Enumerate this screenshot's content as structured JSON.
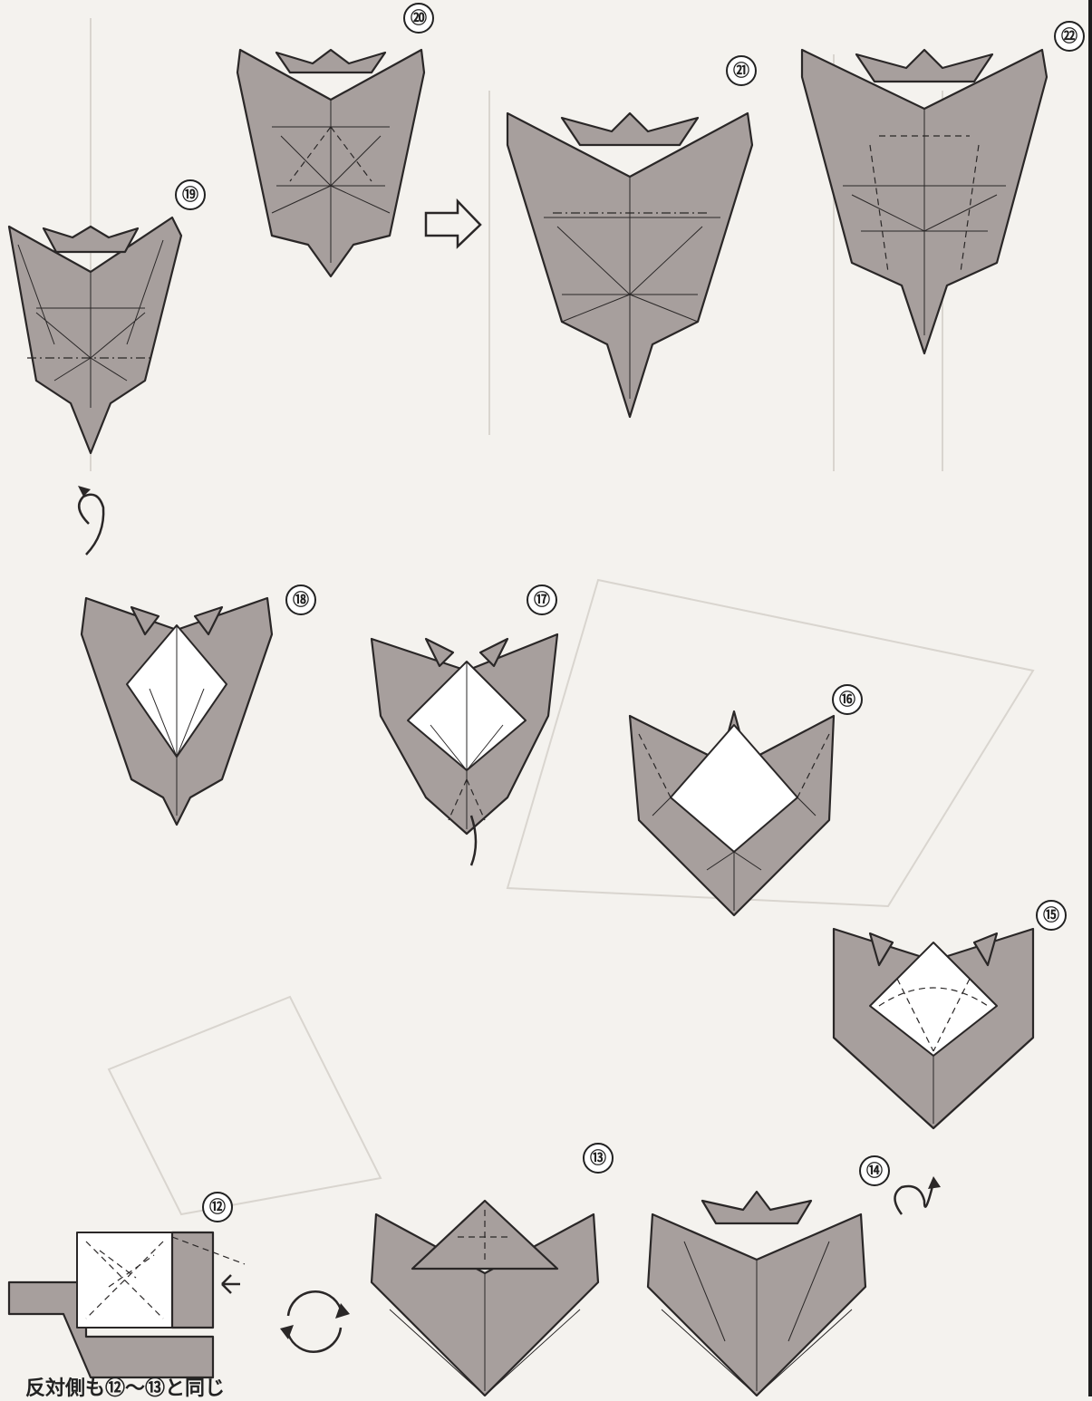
{
  "steps": [
    "⑫",
    "⑬",
    "⑭",
    "⑮",
    "⑯",
    "⑰",
    "⑱",
    "⑲",
    "⑳",
    "㉑",
    "㉒"
  ],
  "caption": "反対側も⑫〜⑬と同じ",
  "colors": {
    "paper": "#a79f9d",
    "outline": "#2a2727",
    "background": "#f4f2ee"
  },
  "icons": [
    "flip-over-icon",
    "rotate-icon",
    "push-arrow-icon",
    "step-arrow-icon"
  ]
}
